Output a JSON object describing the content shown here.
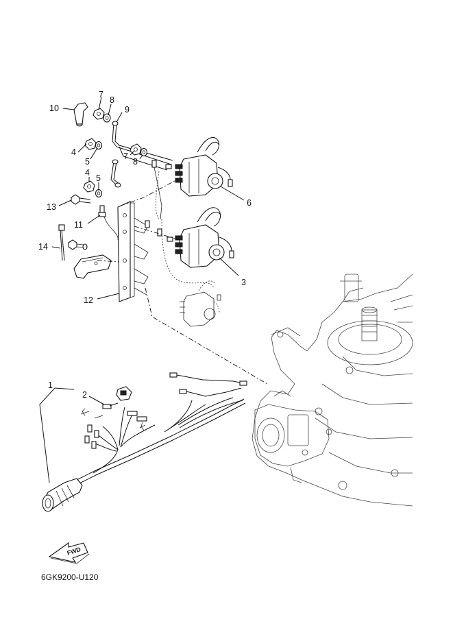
{
  "callouts": [
    {
      "id": "c1",
      "text": "1"
    },
    {
      "id": "c2",
      "text": "2"
    },
    {
      "id": "c3",
      "text": "3"
    },
    {
      "id": "c4a",
      "text": "4"
    },
    {
      "id": "c4b",
      "text": "4"
    },
    {
      "id": "c5a",
      "text": "5"
    },
    {
      "id": "c5b",
      "text": "5"
    },
    {
      "id": "c6",
      "text": "6"
    },
    {
      "id": "c7a",
      "text": "7"
    },
    {
      "id": "c7b",
      "text": "7"
    },
    {
      "id": "c8a",
      "text": "8"
    },
    {
      "id": "c8b",
      "text": "8"
    },
    {
      "id": "c9",
      "text": "9"
    },
    {
      "id": "c10",
      "text": "10"
    },
    {
      "id": "c11",
      "text": "11"
    },
    {
      "id": "c12",
      "text": "12"
    },
    {
      "id": "c13",
      "text": "13"
    },
    {
      "id": "c14",
      "text": "14"
    }
  ],
  "fwd_marker": "FWD",
  "diagram_code": "6GK9200-U120"
}
